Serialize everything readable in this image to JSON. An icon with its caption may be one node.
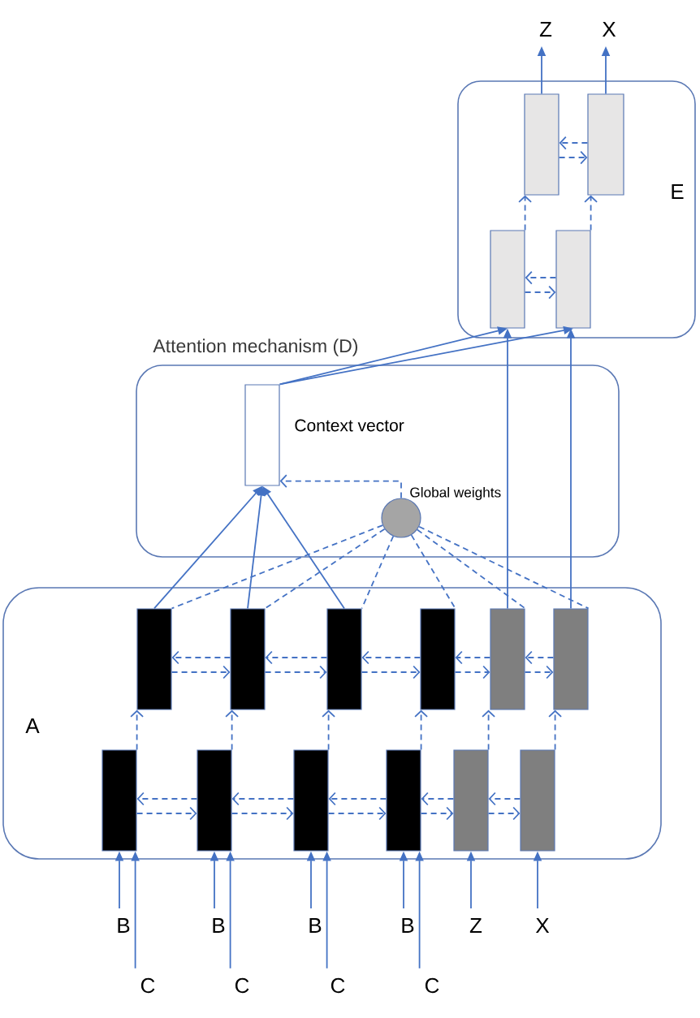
{
  "diagram": {
    "nodes": [
      {
        "text": [
          "Z"
        ]
      },
      {
        "text": [
          "X"
        ]
      },
      {
        "text": [
          "E"
        ]
      },
      {
        "text": [],
        "shape": "box",
        "in": 2
      },
      {
        "text": [],
        "shape": "box",
        "in": 2
      },
      {
        "text": [],
        "shape": "box",
        "in": 2
      },
      {
        "text": [],
        "shape": "box",
        "in": 2
      },
      {
        "text": [
          "Attention mechanism (D)"
        ]
      },
      {
        "text": [],
        "shape": "box",
        "beside": [
          "Context vector"
        ],
        "in": 7
      },
      {
        "text": [],
        "shape": "circle",
        "beside": [
          "Global weights"
        ],
        "in": 7
      },
      {
        "text": [
          "A"
        ]
      },
      {
        "text": [],
        "shape": "box",
        "in": 10
      },
      {
        "text": [],
        "shape": "box",
        "in": 10
      },
      {
        "text": [],
        "shape": "box",
        "in": 10
      },
      {
        "text": [],
        "shape": "box",
        "in": 10
      },
      {
        "text": [],
        "shape": "box",
        "in": 10
      },
      {
        "text": [],
        "shape": "box",
        "in": 10
      },
      {
        "text": [],
        "shape": "box",
        "in": 10
      },
      {
        "text": [],
        "shape": "box",
        "in": 10
      },
      {
        "text": [],
        "shape": "box",
        "in": 10
      },
      {
        "text": [],
        "shape": "box",
        "in": 10
      },
      {
        "text": [],
        "shape": "box",
        "in": 10
      },
      {
        "text": [],
        "shape": "box",
        "in": 10
      },
      {
        "text": [
          "B"
        ]
      },
      {
        "text": [
          "B"
        ]
      },
      {
        "text": [
          "B"
        ]
      },
      {
        "text": [
          "B"
        ]
      },
      {
        "text": [
          "Z"
        ]
      },
      {
        "text": [
          "X"
        ]
      },
      {
        "text": [
          "C"
        ]
      },
      {
        "text": [
          "C"
        ]
      },
      {
        "text": [
          "C"
        ]
      },
      {
        "text": [
          "C"
        ]
      }
    ],
    "edges": [
      {
        "from": 5,
        "to": 3,
        "arrow": "to",
        "style": "dashed"
      },
      {
        "from": 6,
        "to": 4,
        "arrow": "to",
        "style": "dashed"
      },
      {
        "from": 4,
        "to": 3,
        "arrow": "to",
        "style": "dashed"
      },
      {
        "from": 3,
        "to": 4,
        "arrow": "to",
        "style": "dashed"
      },
      {
        "from": 6,
        "to": 5,
        "arrow": "to",
        "style": "dashed"
      },
      {
        "from": 5,
        "to": 6,
        "arrow": "to",
        "style": "dashed"
      },
      {
        "from": 3,
        "to": 0,
        "arrow": "to"
      },
      {
        "from": 4,
        "to": 1,
        "arrow": "to"
      },
      {
        "from": 8,
        "to": 5,
        "arrow": "to"
      },
      {
        "from": 8,
        "to": 6,
        "arrow": "to"
      },
      {
        "from": 15,
        "to": 5,
        "arrow": "to"
      },
      {
        "from": 16,
        "to": 6,
        "arrow": "to"
      },
      {
        "from": 11,
        "to": 8,
        "arrow": "to"
      },
      {
        "from": 12,
        "to": 8,
        "arrow": "to"
      },
      {
        "from": 13,
        "to": 8,
        "arrow": "to"
      },
      {
        "from": 9,
        "to": 8,
        "arrow": "to",
        "style": "dashed"
      },
      {
        "from": 9,
        "to": 11,
        "arrow": "none",
        "style": "dashed"
      },
      {
        "from": 9,
        "to": 12,
        "arrow": "none",
        "style": "dashed"
      },
      {
        "from": 9,
        "to": 13,
        "arrow": "none",
        "style": "dashed"
      },
      {
        "from": 9,
        "to": 14,
        "arrow": "none",
        "style": "dashed"
      },
      {
        "from": 9,
        "to": 15,
        "arrow": "none",
        "style": "dashed"
      },
      {
        "from": 9,
        "to": 16,
        "arrow": "none",
        "style": "dashed"
      },
      {
        "from": 17,
        "to": 11,
        "arrow": "to",
        "style": "dashed"
      },
      {
        "from": 18,
        "to": 12,
        "arrow": "to",
        "style": "dashed"
      },
      {
        "from": 19,
        "to": 13,
        "arrow": "to",
        "style": "dashed"
      },
      {
        "from": 20,
        "to": 14,
        "arrow": "to",
        "style": "dashed"
      },
      {
        "from": 21,
        "to": 15,
        "arrow": "to",
        "style": "dashed"
      },
      {
        "from": 22,
        "to": 16,
        "arrow": "to",
        "style": "dashed"
      },
      {
        "from": 12,
        "to": 11,
        "arrow": "to",
        "style": "dashed"
      },
      {
        "from": 11,
        "to": 12,
        "arrow": "to",
        "style": "dashed"
      },
      {
        "from": 13,
        "to": 12,
        "arrow": "to",
        "style": "dashed"
      },
      {
        "from": 12,
        "to": 13,
        "arrow": "to",
        "style": "dashed"
      },
      {
        "from": 14,
        "to": 13,
        "arrow": "to",
        "style": "dashed"
      },
      {
        "from": 13,
        "to": 14,
        "arrow": "to",
        "style": "dashed"
      },
      {
        "from": 15,
        "to": 14,
        "arrow": "to",
        "style": "dashed"
      },
      {
        "from": 14,
        "to": 15,
        "arrow": "to",
        "style": "dashed"
      },
      {
        "from": 16,
        "to": 15,
        "arrow": "to",
        "style": "dashed"
      },
      {
        "from": 15,
        "to": 16,
        "arrow": "to",
        "style": "dashed"
      },
      {
        "from": 18,
        "to": 17,
        "arrow": "to",
        "style": "dashed"
      },
      {
        "from": 17,
        "to": 18,
        "arrow": "to",
        "style": "dashed"
      },
      {
        "from": 19,
        "to": 18,
        "arrow": "to",
        "style": "dashed"
      },
      {
        "from": 18,
        "to": 19,
        "arrow": "to",
        "style": "dashed"
      },
      {
        "from": 20,
        "to": 19,
        "arrow": "to",
        "style": "dashed"
      },
      {
        "from": 19,
        "to": 20,
        "arrow": "to",
        "style": "dashed"
      },
      {
        "from": 21,
        "to": 20,
        "arrow": "to",
        "style": "dashed"
      },
      {
        "from": 20,
        "to": 21,
        "arrow": "to",
        "style": "dashed"
      },
      {
        "from": 22,
        "to": 21,
        "arrow": "to",
        "style": "dashed"
      },
      {
        "from": 21,
        "to": 22,
        "arrow": "to",
        "style": "dashed"
      },
      {
        "from": 23,
        "to": 17,
        "arrow": "to"
      },
      {
        "from": 29,
        "to": 17,
        "arrow": "to"
      },
      {
        "from": 24,
        "to": 18,
        "arrow": "to"
      },
      {
        "from": 30,
        "to": 18,
        "arrow": "to"
      },
      {
        "from": 25,
        "to": 19,
        "arrow": "to"
      },
      {
        "from": 31,
        "to": 19,
        "arrow": "to"
      },
      {
        "from": 26,
        "to": 20,
        "arrow": "to"
      },
      {
        "from": 32,
        "to": 20,
        "arrow": "to"
      },
      {
        "from": 27,
        "to": 21,
        "arrow": "to"
      },
      {
        "from": 28,
        "to": 22,
        "arrow": "to"
      }
    ]
  }
}
